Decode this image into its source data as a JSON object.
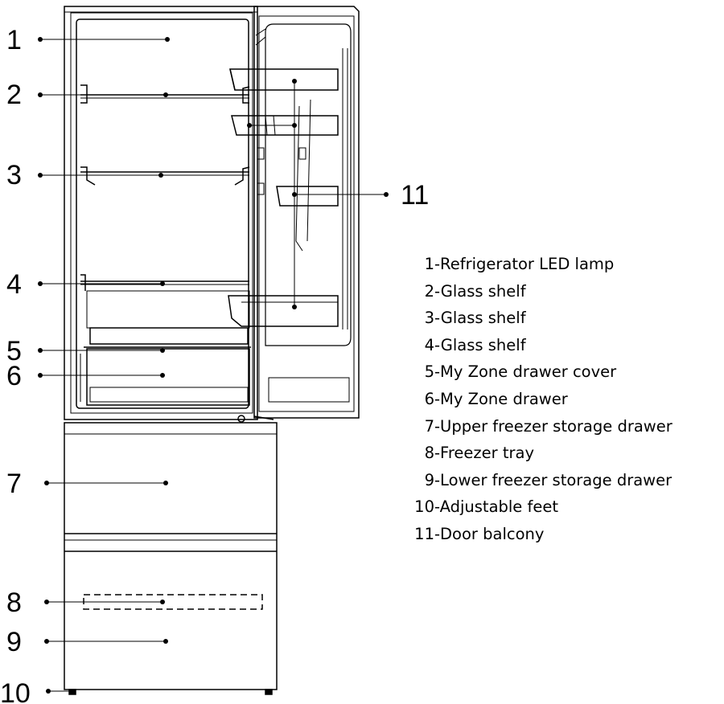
{
  "callouts": [
    "1",
    "2",
    "3",
    "4",
    "5",
    "6",
    "7",
    "8",
    "9",
    "10",
    "11"
  ],
  "legend": [
    {
      "num": "1",
      "text": "Refrigerator LED lamp"
    },
    {
      "num": "2",
      "text": "Glass shelf"
    },
    {
      "num": "3",
      "text": "Glass shelf"
    },
    {
      "num": "4",
      "text": "Glass shelf"
    },
    {
      "num": "5",
      "text": "My Zone drawer cover"
    },
    {
      "num": "6",
      "text": "My Zone drawer"
    },
    {
      "num": "7",
      "text": "Upper freezer storage drawer"
    },
    {
      "num": "8",
      "text": "Freezer tray"
    },
    {
      "num": "9",
      "text": "Lower freezer storage drawer"
    },
    {
      "num": "10",
      "text": "Adjustable feet"
    },
    {
      "num": "11",
      "text": "Door balcony"
    }
  ],
  "colors": {
    "line": "#000000",
    "background": "#ffffff"
  }
}
